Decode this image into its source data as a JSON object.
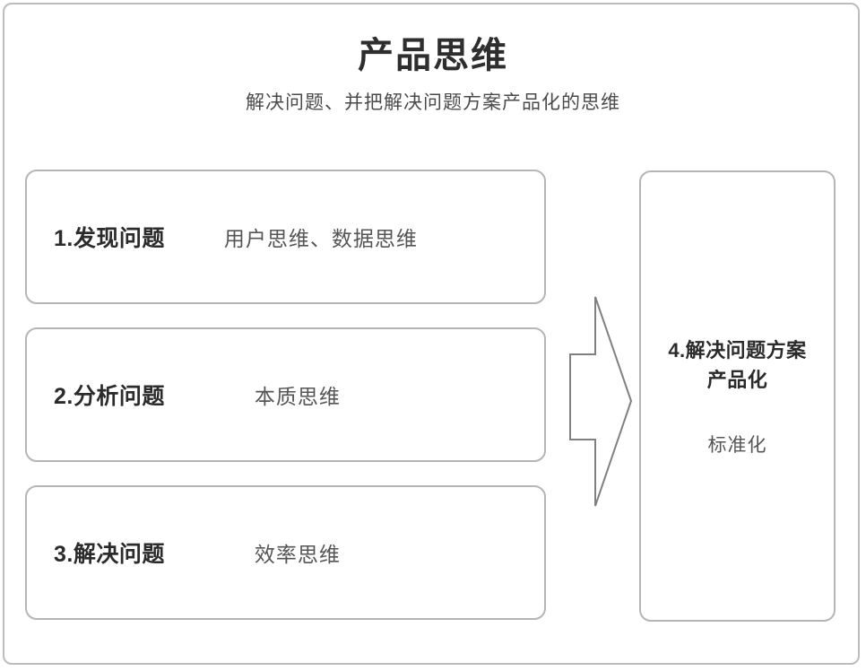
{
  "frame": {
    "border_color": "#bcbcbc",
    "background": "#ffffff"
  },
  "header": {
    "title": "产品思维",
    "subtitle": "解决问题、并把解决问题方案产品化的思维",
    "title_color": "#2e2e2e",
    "subtitle_color": "#4a4a4a"
  },
  "stages": [
    {
      "label": "1.发现问题",
      "detail": "用户思维、数据思维"
    },
    {
      "label": "2.分析问题",
      "detail": "本质思维"
    },
    {
      "label": "3.解决问题",
      "detail": "效率思维"
    }
  ],
  "arrow": {
    "icon": "right-arrow-outline-icon",
    "direction": "right",
    "stroke_color": "#808080"
  },
  "outcome": {
    "title": "4.解决问题方案产品化",
    "title_line_1": "4.解决问题方案",
    "title_line_2": "产品化",
    "detail": "标准化",
    "border_color": "#b5b5b5"
  },
  "colors": {
    "box_border": "#b5b5b5",
    "label_text": "#2b2b2b",
    "detail_text": "#555555"
  }
}
